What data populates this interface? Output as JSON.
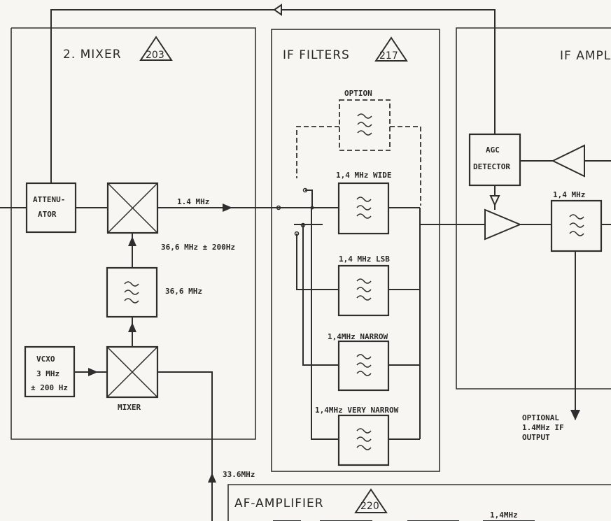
{
  "sections": {
    "mixer": {
      "title": "2. MIXER",
      "ref": "203"
    },
    "if_filters": {
      "title": "IF FILTERS",
      "ref": "217"
    },
    "if_amp": {
      "title": "IF AMPL"
    },
    "af_amp": {
      "title": "AF-AMPLIFIER",
      "ref": "220"
    }
  },
  "blocks": {
    "attenuator": {
      "line1": "ATTENU-",
      "line2": "ATOR"
    },
    "vcxo": {
      "line1": "VCXO",
      "line2": "3 MHz",
      "line3": "± 200 Hz"
    },
    "agc_detector": {
      "line1": "AGC",
      "line2": "DETECTOR"
    }
  },
  "labels": {
    "mixer_out": "1.4 MHz",
    "lo_freq": "36,6 MHz ± 200Hz",
    "filter_freq": "36,6 MHz",
    "mixer_caption": "MIXER",
    "option": "OPTION",
    "wide": "1,4 MHz WIDE",
    "lsb": "1,4 MHz LSB",
    "narrow": "1,4MHz NARROW",
    "very_narrow": "1,4MHz  VERY NARROW",
    "if_filter_freq": "1,4 MHz",
    "optional_l1": "OPTIONAL",
    "optional_l2": "1.4MHz  IF",
    "optional_l3": "OUTPUT",
    "input_freq": "33.6MHz",
    "af_freq": "1,4MHz"
  }
}
